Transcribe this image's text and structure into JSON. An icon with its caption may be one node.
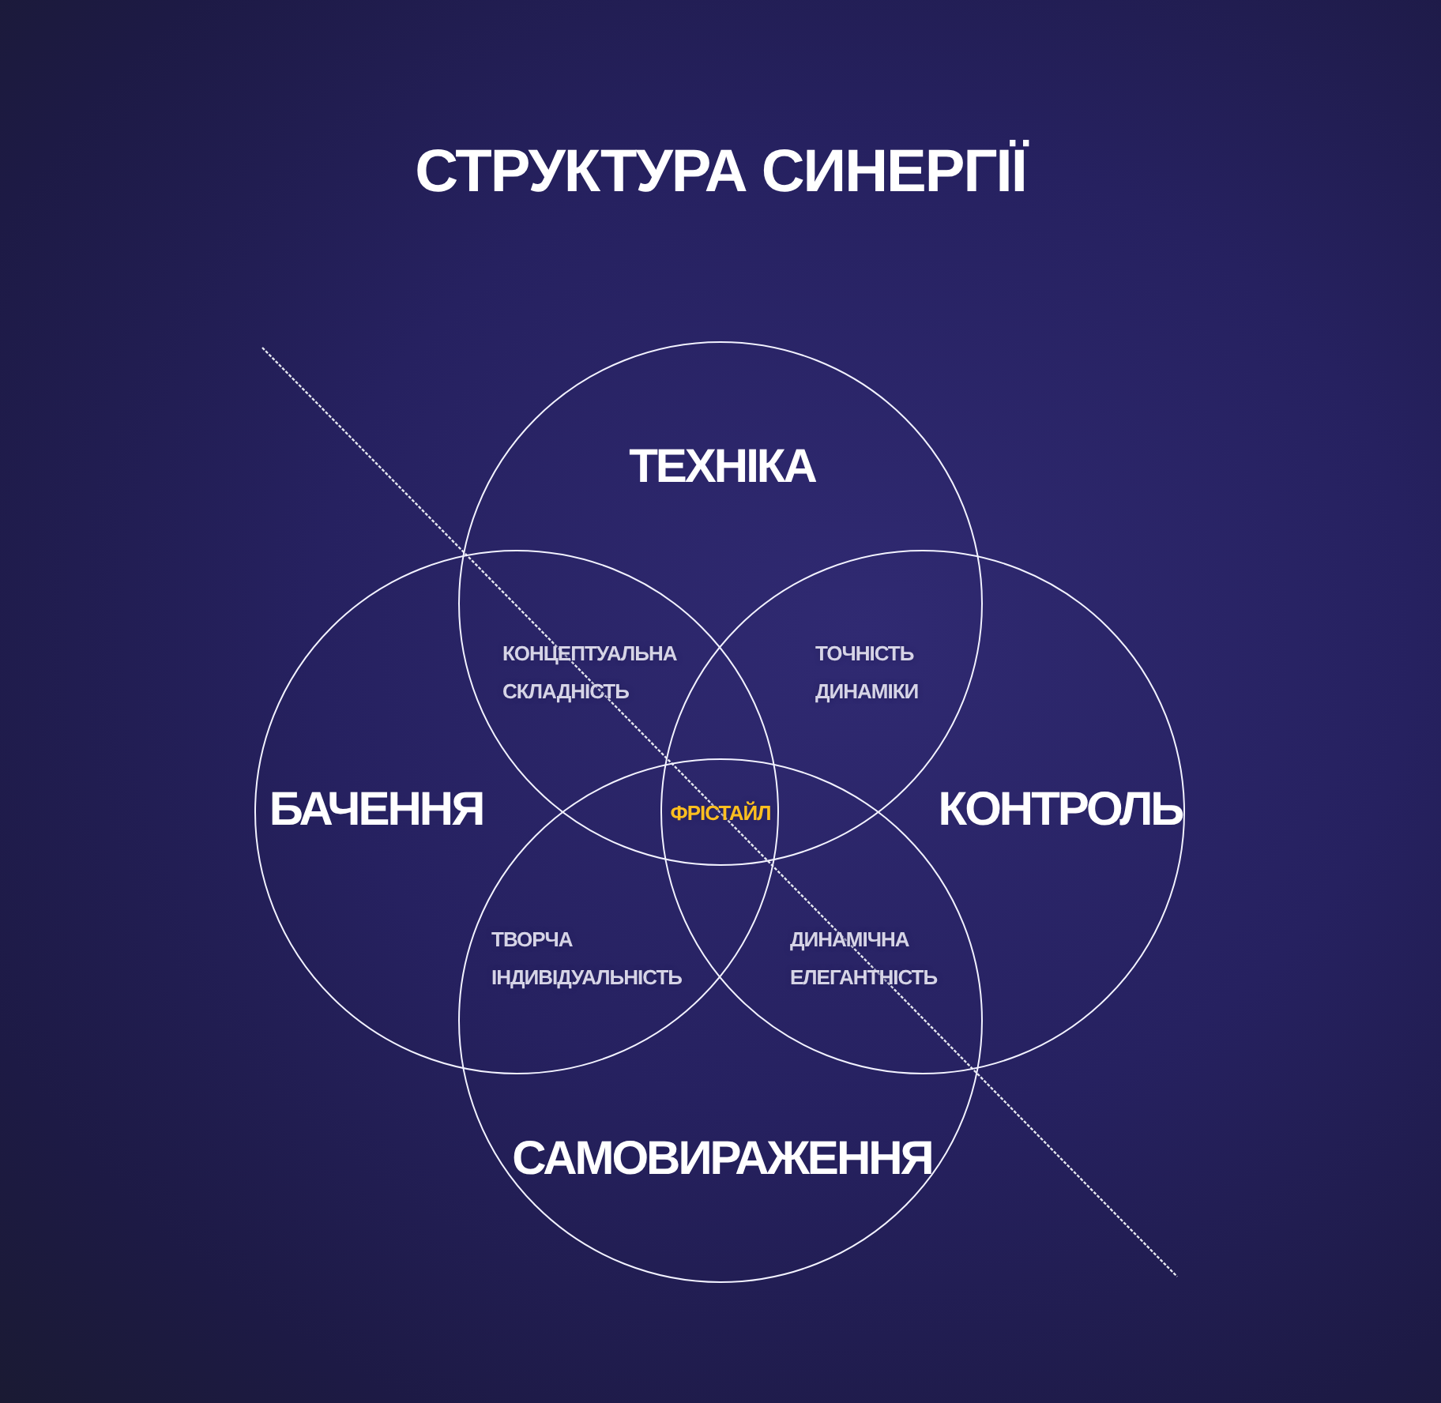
{
  "diagram": {
    "title": "СТРУКТУРА СИНЕРГІЇ",
    "nodes": [
      {
        "text": [
          "ТЕХНІКА"
        ]
      },
      {
        "text": [
          "БАЧЕННЯ"
        ]
      },
      {
        "text": [
          "КОНТРОЛЬ"
        ]
      },
      {
        "text": [
          "САМОВИРАЖЕННЯ"
        ]
      }
    ],
    "labels": [
      "КОНЦЕПТУАЛЬНА СКЛАДНІСТЬ",
      "ТОЧНІСТЬ ДИНАМІКИ",
      "ФРІСТАЙЛ",
      "ТВОРЧА ІНДИВІДУАЛЬНІСТЬ",
      "ДИНАМІЧНА ЕЛЕГАНТНІСТЬ"
    ]
  }
}
